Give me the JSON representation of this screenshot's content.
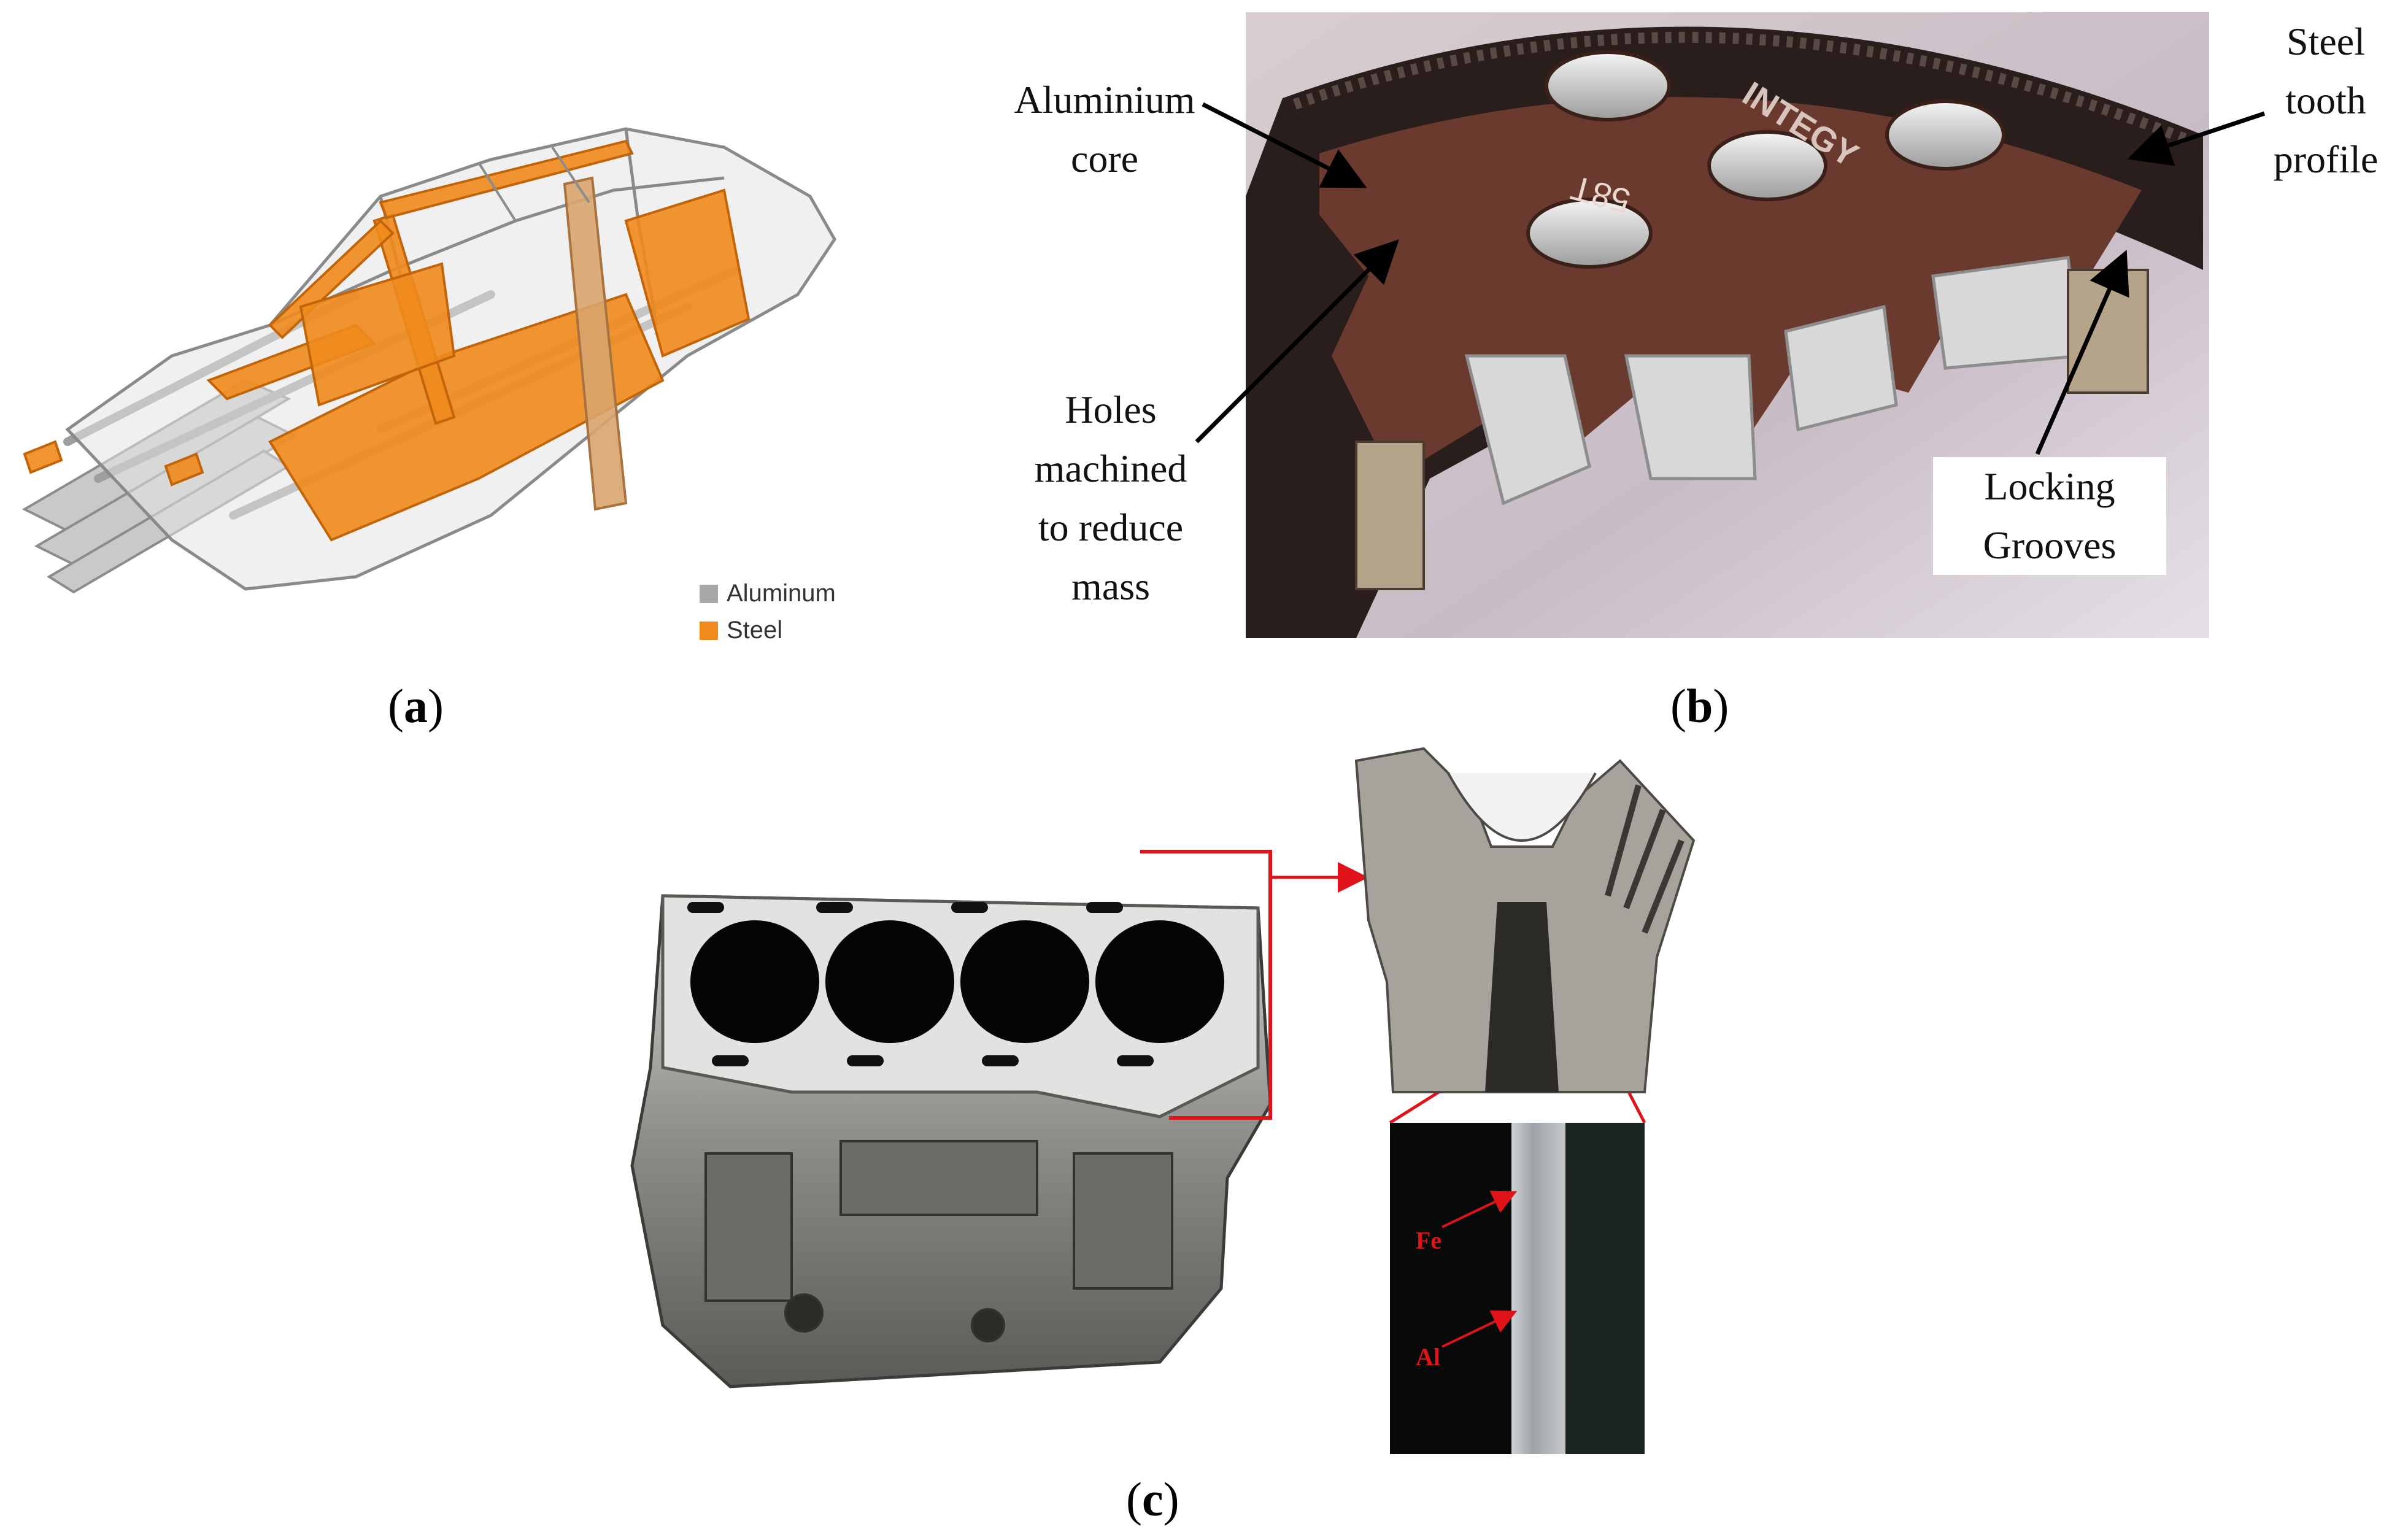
{
  "panel_a": {
    "legend": {
      "items": [
        {
          "label": "Aluminum",
          "color": "#a8a8a8"
        },
        {
          "label": "Steel",
          "color": "#f08a1c"
        }
      ]
    },
    "caption": "a"
  },
  "panel_b": {
    "gear_print": {
      "tooth_count": "58T",
      "brand": "INTEGY"
    },
    "callouts": {
      "aluminium_core": [
        "Aluminium",
        "core"
      ],
      "holes": [
        "Holes",
        "machined",
        "to reduce",
        "mass"
      ],
      "steel_tooth": [
        "Steel",
        "tooth",
        "profile"
      ],
      "locking": [
        "Locking",
        "Grooves"
      ]
    },
    "caption": "b"
  },
  "panel_c": {
    "micro_labels": {
      "fe": "Fe",
      "al": "Al"
    },
    "caption": "c"
  },
  "colors": {
    "steel_orange": "#f08a1c",
    "aluminum_grey": "#a8a8a8",
    "gear_brown": "#6b3a2e",
    "annotation_red": "#e0131a"
  }
}
